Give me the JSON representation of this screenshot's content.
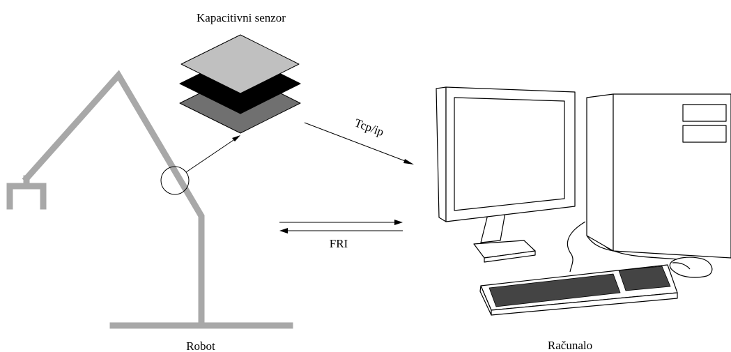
{
  "labels": {
    "sensor": "Kapacitivni senzor",
    "robot": "Robot",
    "computer": "Računalo",
    "tcp": "Tcp/ip",
    "fri": "FRI"
  },
  "colors": {
    "robot_arm": "#a8a8a8",
    "sensor_top": "#c0c0c0",
    "sensor_middle": "#000000",
    "sensor_bottom": "#707070",
    "line": "#000000"
  },
  "icons": {
    "robot": "robot-arm-icon",
    "sensor": "layered-sensor-icon",
    "computer": "desktop-computer-icon"
  }
}
